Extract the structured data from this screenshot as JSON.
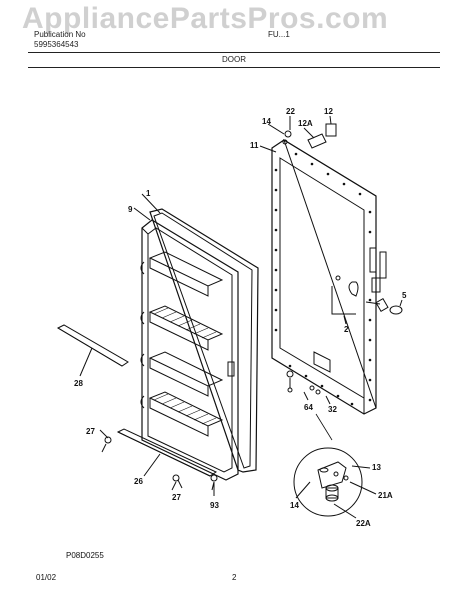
{
  "watermark": "AppliancePartsPros.com",
  "header": {
    "publication_label": "Publication No",
    "publication_no": "5995364543",
    "model": "FU...1",
    "section": "DOOR"
  },
  "callouts": {
    "c1": "1",
    "c9": "9",
    "c28": "28",
    "c27a": "27",
    "c26": "26",
    "c27b": "27",
    "c93": "93",
    "c11": "11",
    "c14a": "14",
    "c22": "22",
    "c12a": "12A",
    "c12": "12",
    "c5": "5",
    "c2": "2",
    "c64": "64",
    "c32": "32",
    "c13": "13",
    "c21a": "21A",
    "c22a": "22A",
    "c14b": "14"
  },
  "diagram_code": "P08D0255",
  "footer": {
    "date": "01/02",
    "page": "2"
  }
}
